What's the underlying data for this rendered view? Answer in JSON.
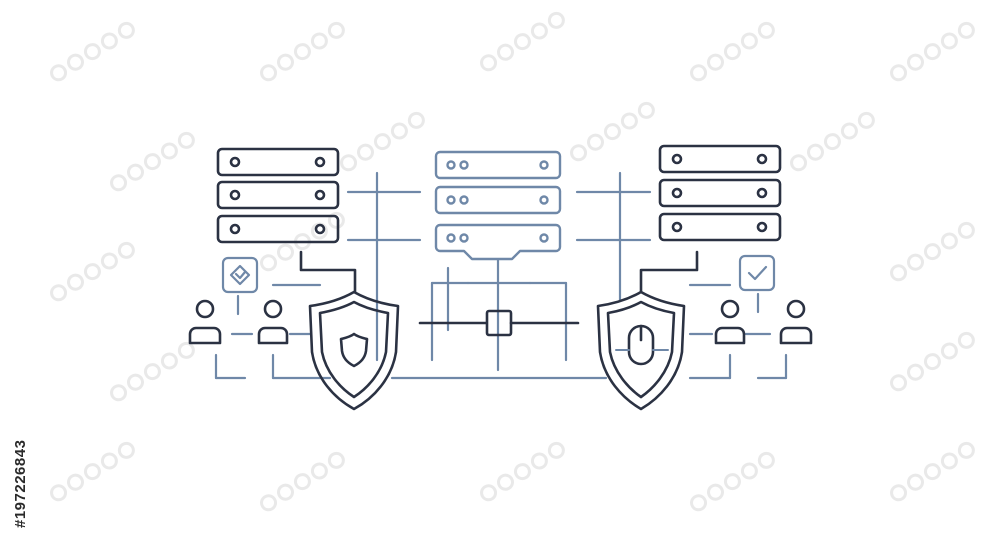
{
  "stock_id": "#197226843",
  "colors": {
    "background": "#ffffff",
    "dark_stroke": "#2b3243",
    "blue_stroke": "#6f88a8",
    "id_text": "#2a2a2a",
    "watermark": "#e9e9e9"
  },
  "illustration": {
    "server_stacks": [
      {
        "name": "left-server-stack",
        "units": 3,
        "color": "dark"
      },
      {
        "name": "center-server-stack",
        "units": 3,
        "color": "blue"
      },
      {
        "name": "right-server-stack",
        "units": 3,
        "color": "dark"
      }
    ],
    "shields": [
      {
        "name": "left-shield",
        "inner_icon": "shield-icon"
      },
      {
        "name": "right-shield",
        "inner_icon": "mouse-icon"
      }
    ],
    "users": 4,
    "small_icons": [
      "diamond-check-icon",
      "checkmark-icon"
    ],
    "hub_node": "network-hub-node"
  }
}
